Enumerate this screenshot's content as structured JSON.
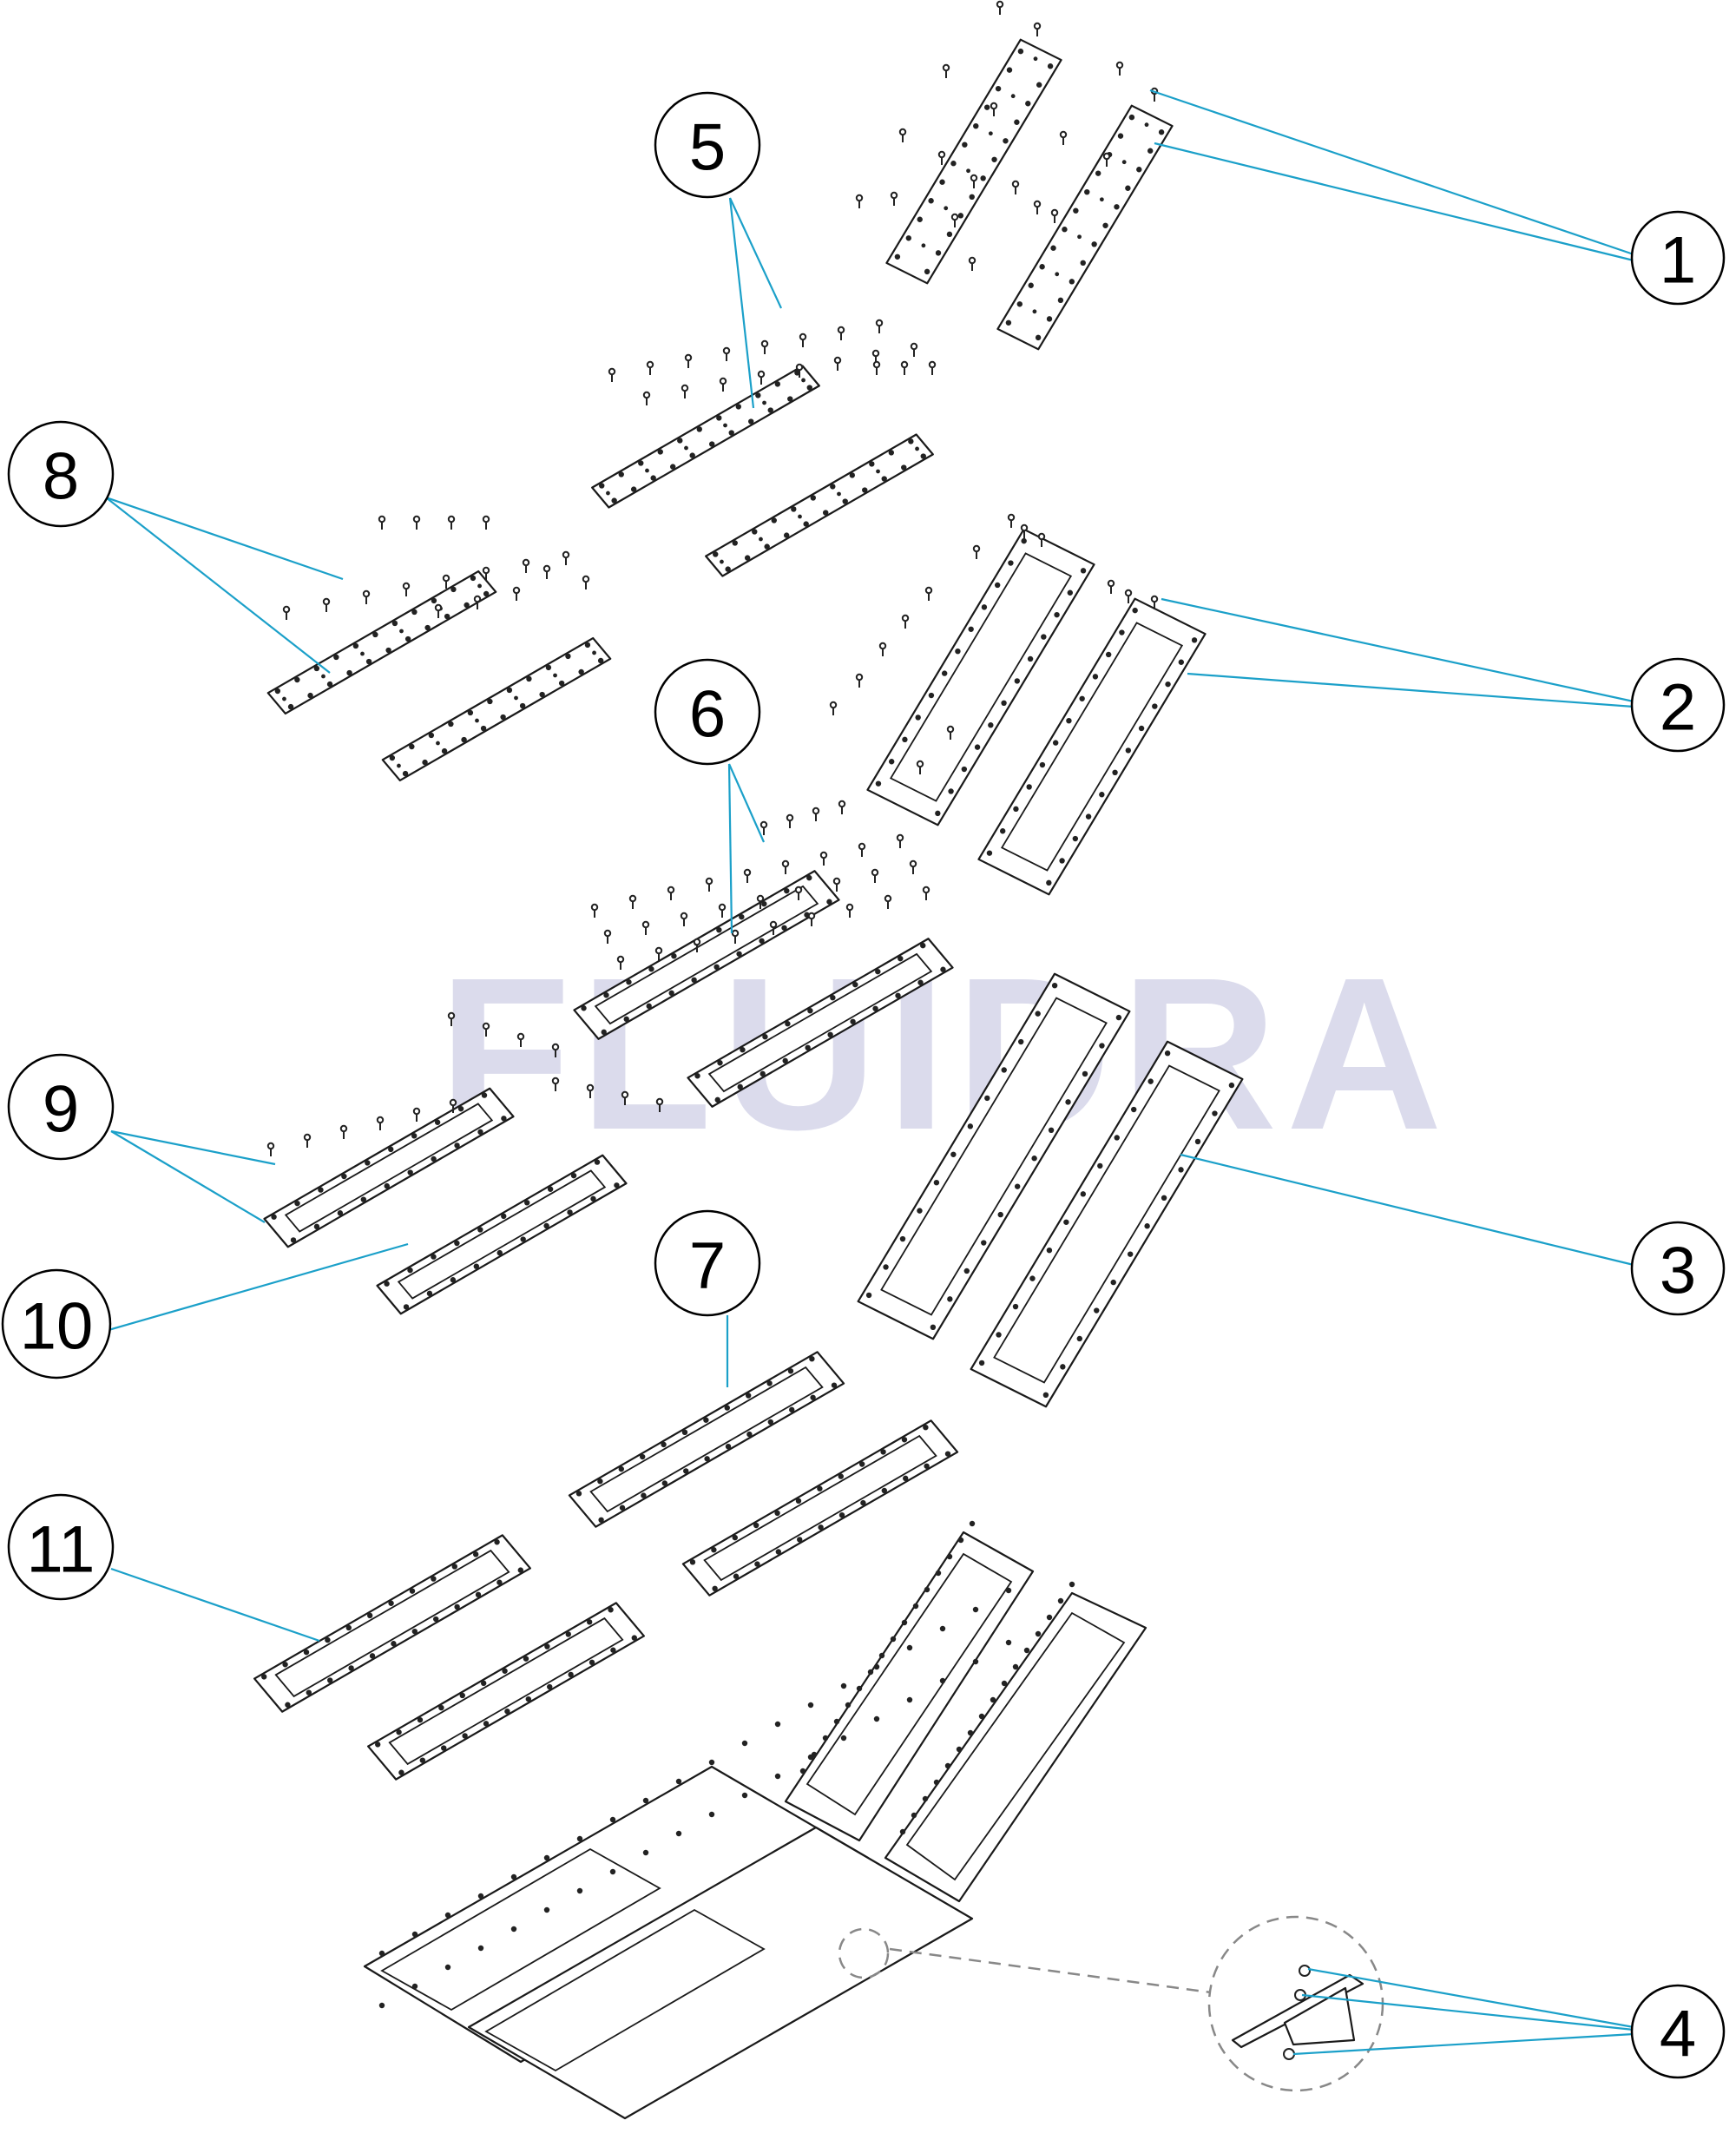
{
  "watermark": "FLUIDRA",
  "callouts": [
    {
      "id": "1",
      "label": "1"
    },
    {
      "id": "2",
      "label": "2"
    },
    {
      "id": "3",
      "label": "3"
    },
    {
      "id": "4",
      "label": "4"
    },
    {
      "id": "5",
      "label": "5"
    },
    {
      "id": "6",
      "label": "6"
    },
    {
      "id": "7",
      "label": "7"
    },
    {
      "id": "8",
      "label": "8"
    },
    {
      "id": "9",
      "label": "9"
    },
    {
      "id": "10",
      "label": "10"
    },
    {
      "id": "11",
      "label": "11"
    }
  ],
  "colors": {
    "leader": "#1ba0c9",
    "outline": "#1a1a1a",
    "watermark": "#cfd0e6",
    "detail": "#888888"
  }
}
